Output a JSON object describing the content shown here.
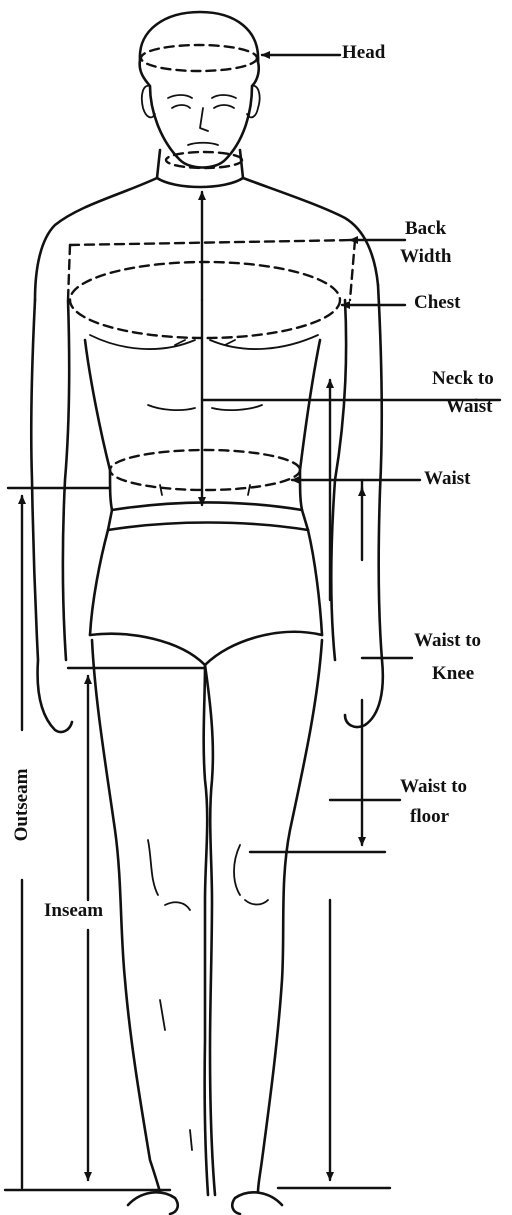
{
  "labels": {
    "head": "Head",
    "back_width_1": "Back",
    "back_width_2": "Width",
    "chest": "Chest",
    "neck_to_waist_1": "Neck to",
    "neck_to_waist_2": "Waist",
    "waist": "Waist",
    "waist_to_knee_1": "Waist to",
    "waist_to_knee_2": "Knee",
    "waist_to_floor_1": "Waist to",
    "waist_to_floor_2": "floor",
    "inseam": "Inseam",
    "outseam": "Outseam"
  },
  "colors": {
    "ink": "#111111",
    "paper": "#ffffff"
  }
}
